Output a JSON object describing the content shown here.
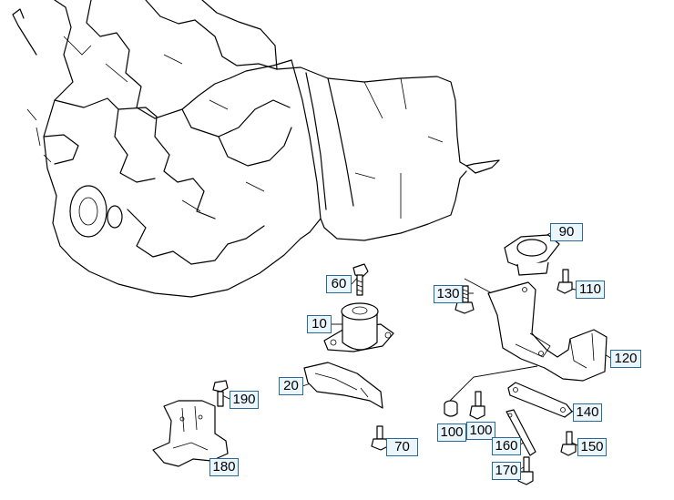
{
  "callouts": {
    "c10": "10",
    "c20": "20",
    "c60": "60",
    "c70": "70",
    "c90": "90",
    "c100a": "100",
    "c100b": "100",
    "c110": "110",
    "c120": "120",
    "c130": "130",
    "c140": "140",
    "c150": "150",
    "c160": "160",
    "c170": "170",
    "c180": "180",
    "c190": "190"
  }
}
